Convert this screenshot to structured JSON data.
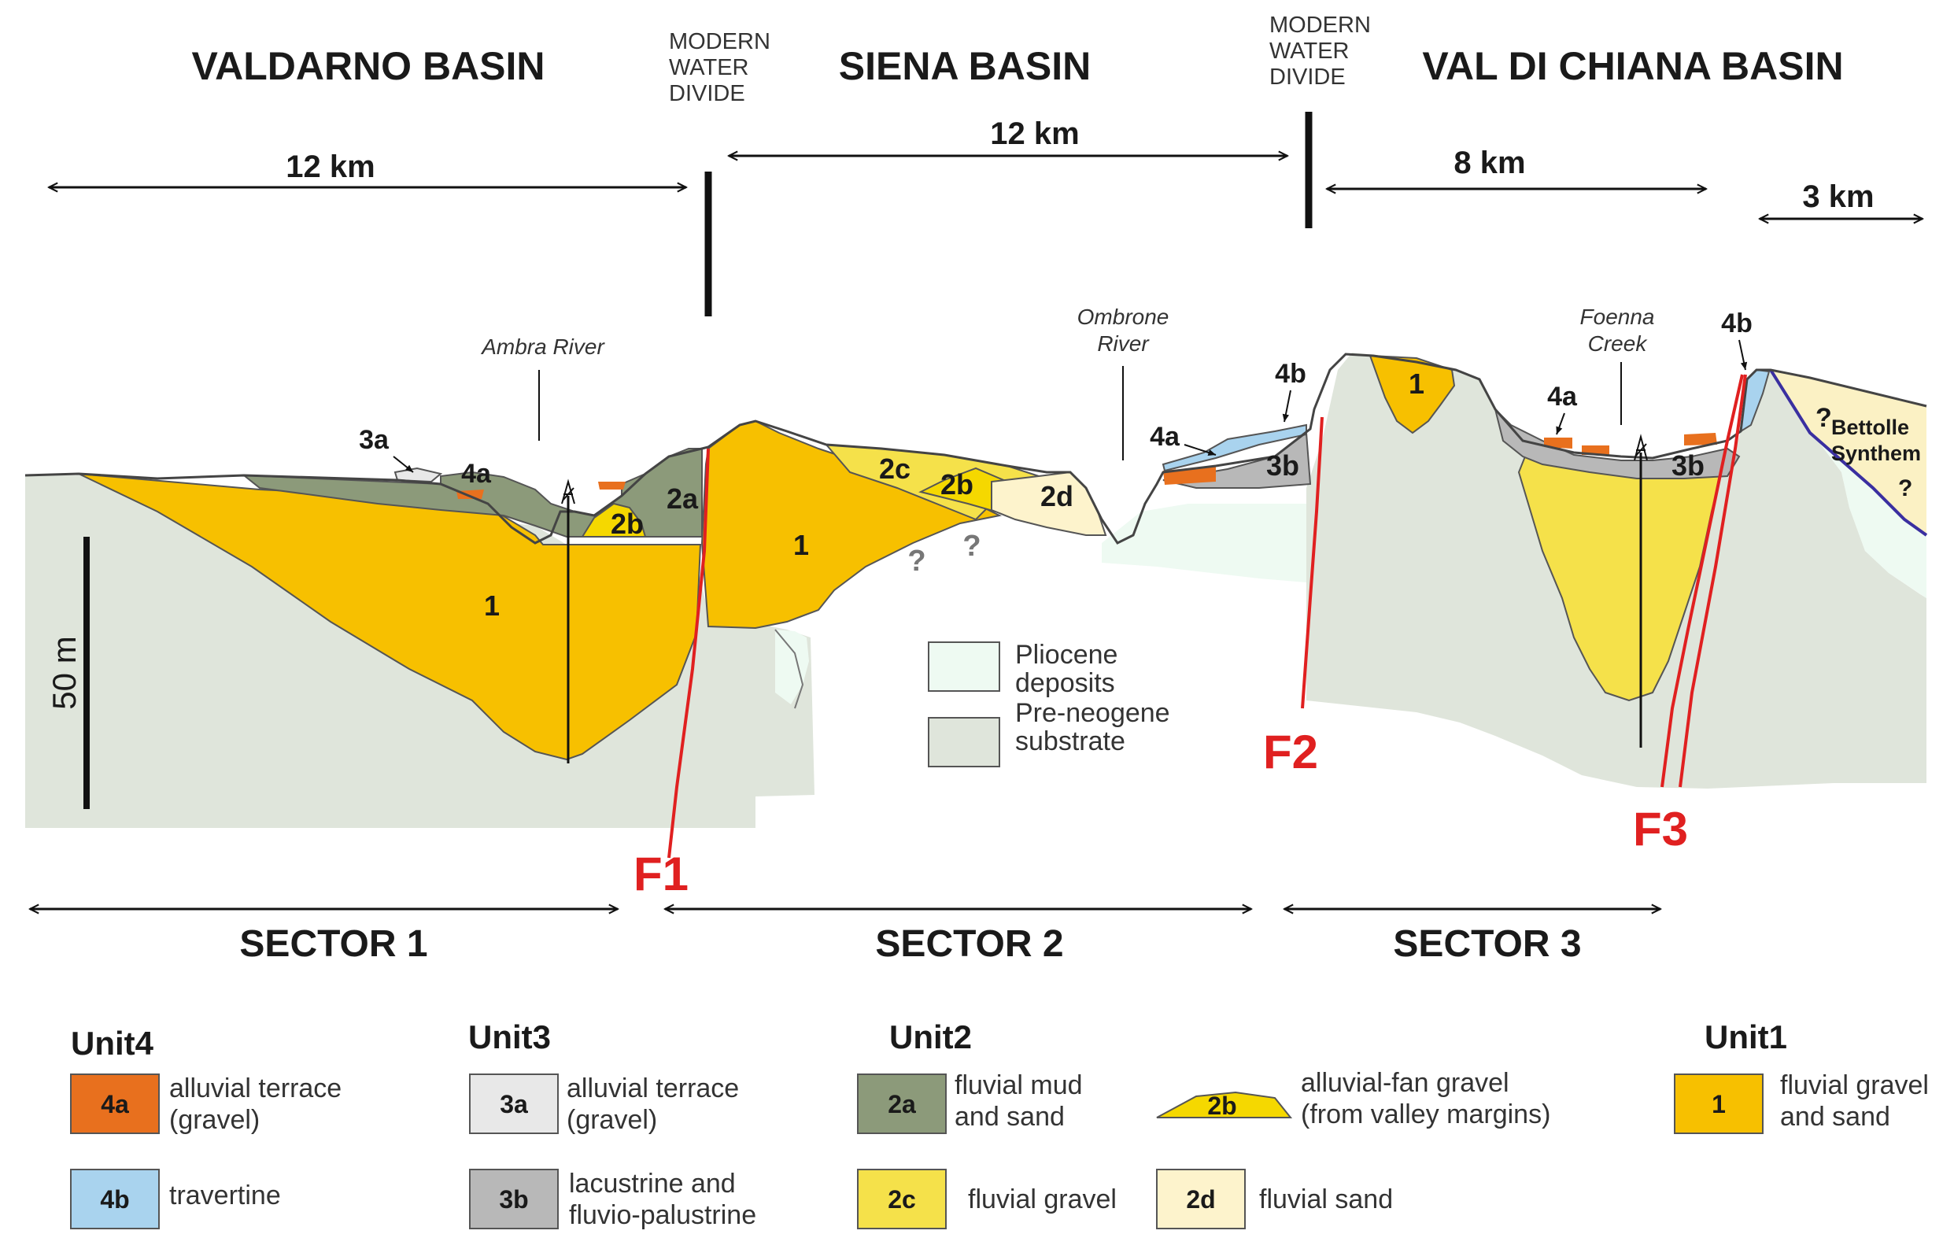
{
  "basins": {
    "valdarno": "VALDARNO BASIN",
    "siena": "SIENA BASIN",
    "valdichiana": "VAL DI CHIANA BASIN"
  },
  "water_divide": {
    "line1": "MODERN",
    "line2": "WATER",
    "line3": "DIVIDE"
  },
  "distances": {
    "d1": "12 km",
    "d2": "12 km",
    "d3": "8 km",
    "d4": "3 km"
  },
  "rivers": {
    "ambra": "Ambra River",
    "ombrone_1": "Ombrone",
    "ombrone_2": "River",
    "foenna_1": "Foenna",
    "foenna_2": "Creek"
  },
  "section_labels": {
    "u1": "1",
    "u2a": "2a",
    "u2b": "2b",
    "u2c": "2c",
    "u2d": "2d",
    "u3a": "3a",
    "u3b": "3b",
    "u4a": "4a",
    "u4b": "4b"
  },
  "bettolle": {
    "line1": "Bettolle",
    "line2": "Synthem",
    "qmark": "?"
  },
  "question_mark": "?",
  "scale_bar": "50 m",
  "faults": {
    "f1": "F1",
    "f2": "F2",
    "f3": "F3"
  },
  "sectors": {
    "s1": "SECTOR 1",
    "s2": "SECTOR 2",
    "s3": "SECTOR 3"
  },
  "substrate_legend": {
    "pliocene_1": "Pliocene",
    "pliocene_2": "deposits",
    "preneogene_1": "Pre-neogene",
    "preneogene_2": "substrate"
  },
  "legend": {
    "unit4": {
      "title": "Unit4",
      "a_code": "4a",
      "a_line1": "alluvial terrace",
      "a_line2": "(gravel)",
      "b_code": "4b",
      "b_line1": "travertine"
    },
    "unit3": {
      "title": "Unit3",
      "a_code": "3a",
      "a_line1": "alluvial terrace",
      "a_line2": "(gravel)",
      "b_code": "3b",
      "b_line1": "lacustrine and",
      "b_line2": "fluvio-palustrine"
    },
    "unit2": {
      "title": "Unit2",
      "a_code": "2a",
      "a_line1": "fluvial mud",
      "a_line2": "and sand",
      "b_code": "2b",
      "b_line1": "alluvial-fan gravel",
      "b_line2": "(from valley margins)",
      "c_code": "2c",
      "c_line1": "fluvial gravel",
      "d_code": "2d",
      "d_line1": "fluvial sand"
    },
    "unit1": {
      "title": "Unit1",
      "code": "1",
      "line1": "fluvial gravel",
      "line2": "and sand"
    }
  },
  "colors": {
    "unit1": "#f7c000",
    "unit2a": "#8c9a7a",
    "unit2b": "#f5d800",
    "unit2c": "#f5e14a",
    "unit2d": "#fdf3cc",
    "unit3a": "#e8e8e8",
    "unit3b": "#b8b8b8",
    "unit4a": "#e8701e",
    "unit4b": "#a9d3ee",
    "pliocene": "#eefaf2",
    "preneogene": "#dfe5db",
    "fault": "#e02020",
    "bettolle": "#fbf1c4"
  }
}
